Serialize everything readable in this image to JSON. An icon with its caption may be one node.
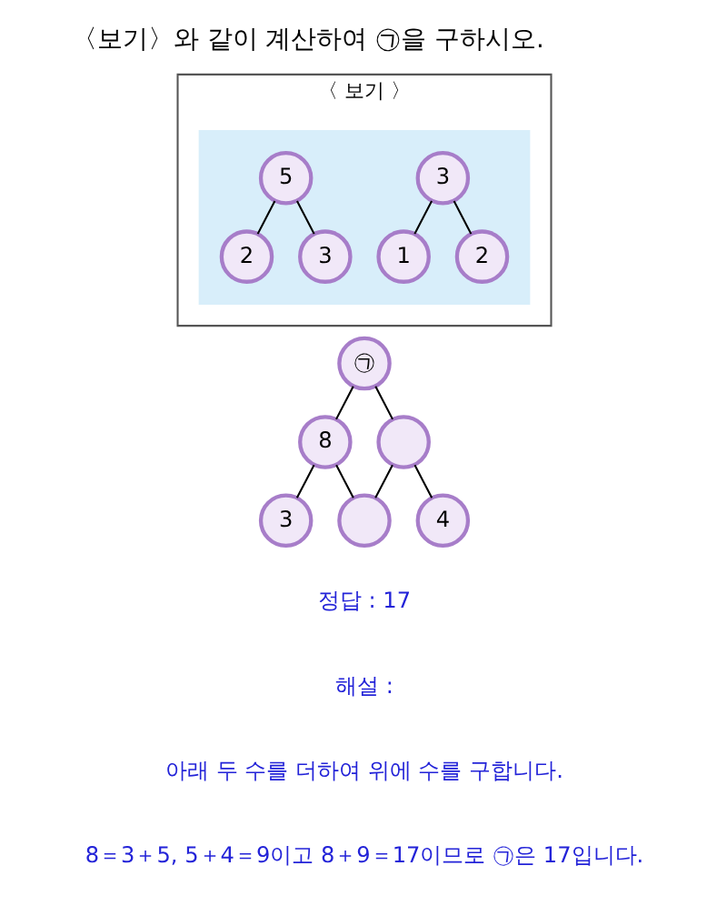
{
  "diagram": {
    "title": "〈보기〉와 같이 계산하여 ㉠을 구하시오.",
    "nodes": [
      {
        "text": [
          "〈 보기 〉"
        ]
      },
      {
        "text": [],
        "shape": "box",
        "in": 0
      },
      {
        "text": [
          "3"
        ],
        "in": 1
      },
      {
        "text": [
          "1"
        ],
        "in": 1
      },
      {
        "text": [
          "2"
        ],
        "in": 1
      },
      {
        "text": [
          "5"
        ],
        "in": 1
      },
      {
        "text": [
          "2"
        ],
        "in": 1
      },
      {
        "text": [
          "3"
        ],
        "in": 1
      },
      {
        "text": [
          "㉠"
        ]
      },
      {
        "text": [
          "8"
        ]
      },
      {
        "text": [],
        "shape": "circle"
      },
      {
        "text": [
          "3"
        ]
      },
      {
        "text": [],
        "shape": "circle"
      },
      {
        "text": [
          "4"
        ]
      }
    ],
    "edges": [
      {
        "from": 2,
        "to": 3,
        "arrow": "none"
      },
      {
        "from": 2,
        "to": 4,
        "arrow": "none"
      },
      {
        "from": 5,
        "to": 6,
        "arrow": "none"
      },
      {
        "from": 5,
        "to": 7,
        "arrow": "none"
      },
      {
        "from": 8,
        "to": 9,
        "arrow": "none"
      },
      {
        "from": 8,
        "to": 10,
        "arrow": "none"
      },
      {
        "from": 9,
        "to": 11,
        "arrow": "none"
      },
      {
        "from": 9,
        "to": 12,
        "arrow": "none"
      },
      {
        "from": 10,
        "to": 12,
        "arrow": "none"
      },
      {
        "from": 10,
        "to": 13,
        "arrow": "none"
      }
    ],
    "labels": [
      "정답 : 17",
      "해설 :",
      "아래 두 수를 더하여 위에 수를 구합니다.",
      "8＝3＋5, 5＋4＝9이고 8＋9＝17이므로 ㉠은 17입니다."
    ]
  }
}
